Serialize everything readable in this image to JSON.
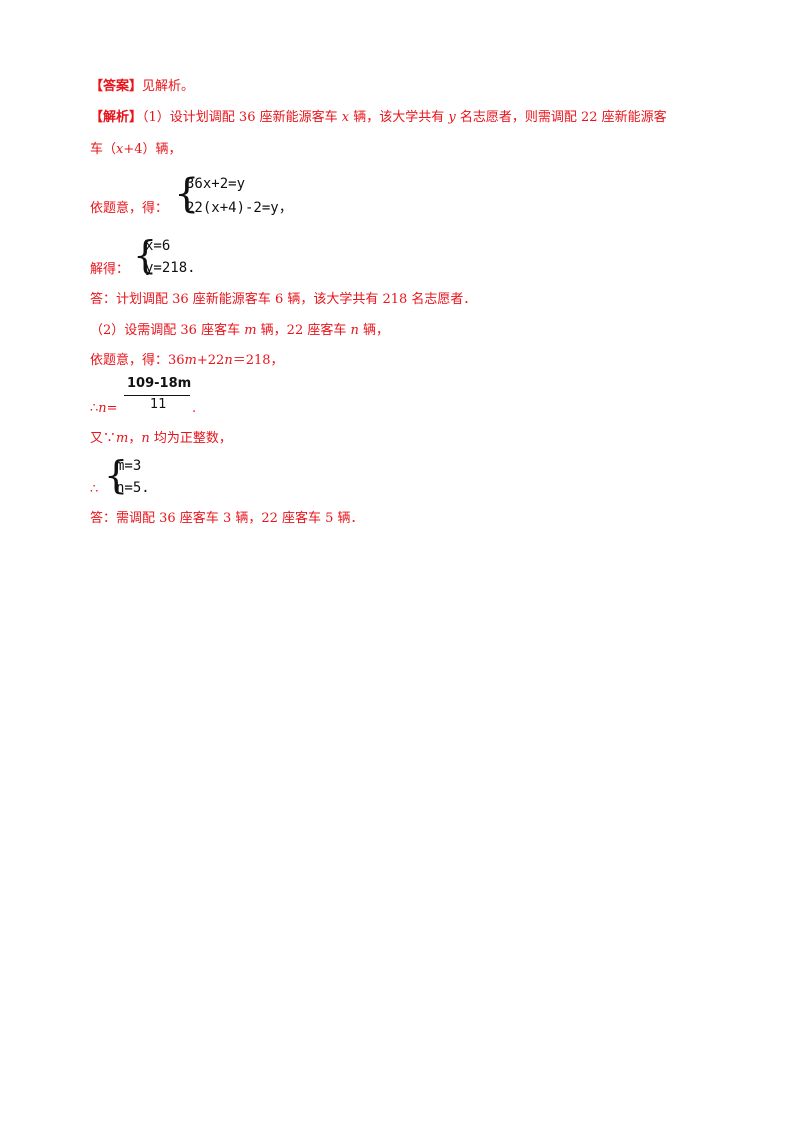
{
  "answer": {
    "label": "【答案】",
    "text": "见解析。"
  },
  "analysis": {
    "label": "【解析】",
    "part1_intro_a": "（1）设计划调配 36 座新能源客车 ",
    "var_x": "x",
    "part1_intro_b": " 辆，该大学共有 ",
    "var_y": "y",
    "part1_intro_c": " 名志愿者，则需调配 22 座新能源客",
    "part1_intro_d": "车（",
    "part1_intro_e": "x",
    "part1_intro_f": "+4）辆，",
    "system1_prefix": "依题意，得：",
    "system1_eq1": "36x+2=y",
    "system1_eq2": "22(x+4)-2=y",
    "system1_suffix": "，",
    "system2_prefix": "解得：",
    "system2_eq1": "x=6",
    "system2_eq2": "y=218",
    "system2_suffix": ".",
    "answer1": "答：计划调配 36 座新能源客车 6 辆，该大学共有 218 名志愿者．",
    "part2_a": "（2）设需调配 36 座客车 ",
    "var_m": "m",
    "part2_b": " 辆，22 座客车 ",
    "var_n": "n",
    "part2_c": " 辆，",
    "eq_prefix": "依题意，得：36",
    "eq_m": "m",
    "eq_mid": "+22",
    "eq_n": "n",
    "eq_suffix": "＝218，",
    "frac_prefix": "∴",
    "frac_var": "n",
    "frac_eq": "=",
    "frac_num": "109-18m",
    "frac_den": "11",
    "frac_suffix": ".",
    "cond_a": "又∵",
    "cond_m": "m",
    "cond_b": "，",
    "cond_n": "n",
    "cond_c": " 均为正整数，",
    "system3_prefix": "∴",
    "system3_eq1": "m=3",
    "system3_eq2": "n=5",
    "system3_suffix": ".",
    "answer2": "答：需调配 36 座客车 3 辆，22 座客车 5 辆．"
  }
}
